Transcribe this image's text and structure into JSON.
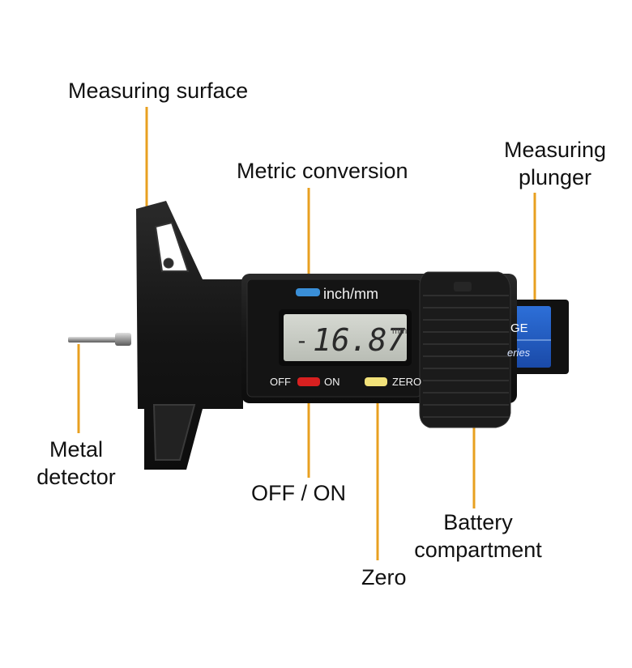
{
  "labels": {
    "measuring_surface": "Measuring surface",
    "metric_conversion": "Metric conversion",
    "measuring_plunger_line1": "Measuring",
    "measuring_plunger_line2": "plunger",
    "metal_detector_line1": "Metal",
    "metal_detector_line2": "detector",
    "off_on": "OFF / ON",
    "battery_line1": "Battery",
    "battery_line2": "compartment",
    "zero": "Zero"
  },
  "device": {
    "unit_button_label": "inch/mm",
    "display_sign": "-",
    "display_value": "16.87",
    "display_unit": "mm",
    "off_label": "OFF",
    "on_label": "ON",
    "zero_label": "ZERO",
    "plunger_text_1": "GE",
    "plunger_text_2": "eries"
  },
  "colors": {
    "leader_line": "#e8a020",
    "body": "#1a1a1a",
    "lcd": "#c9cdc6",
    "unit_button": "#3a8fd8",
    "power_button": "#d82020",
    "zero_button": "#f2e27a",
    "plunger": "#1f5fc8"
  }
}
